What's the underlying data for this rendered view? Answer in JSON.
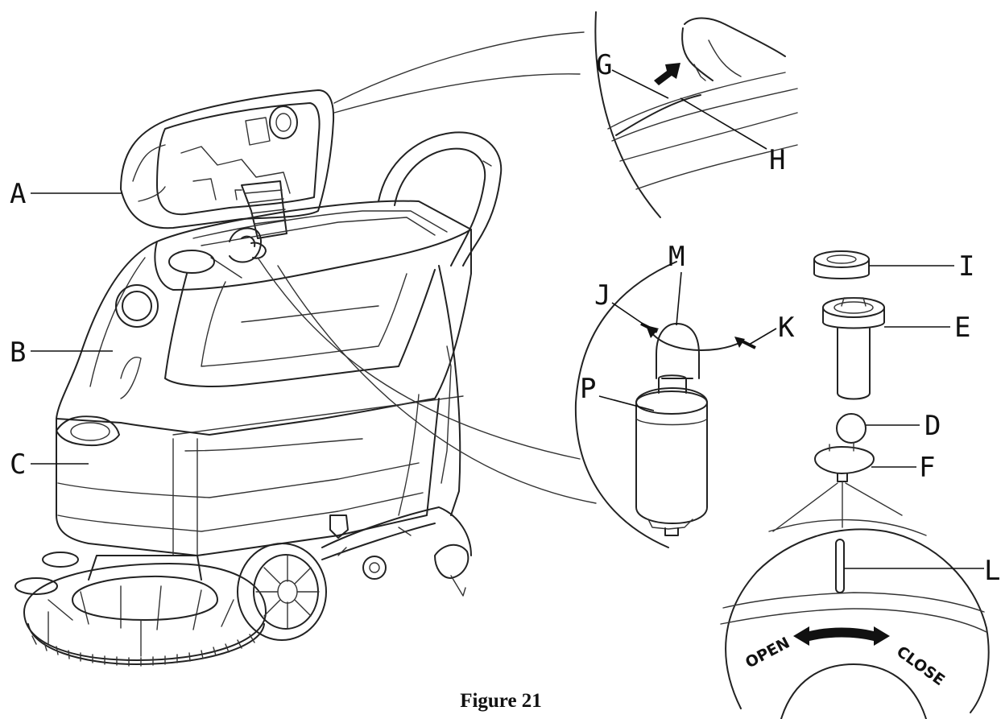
{
  "figure": {
    "caption": "Figure 21",
    "labels": {
      "A": "A",
      "B": "B",
      "C": "C",
      "D": "D",
      "E": "E",
      "F": "F",
      "G": "G",
      "H": "H",
      "I": "I",
      "J": "J",
      "K": "K",
      "L": "L",
      "M": "M",
      "P": "P"
    },
    "dial": {
      "open": "OPEN",
      "close": "CLOSE"
    }
  }
}
